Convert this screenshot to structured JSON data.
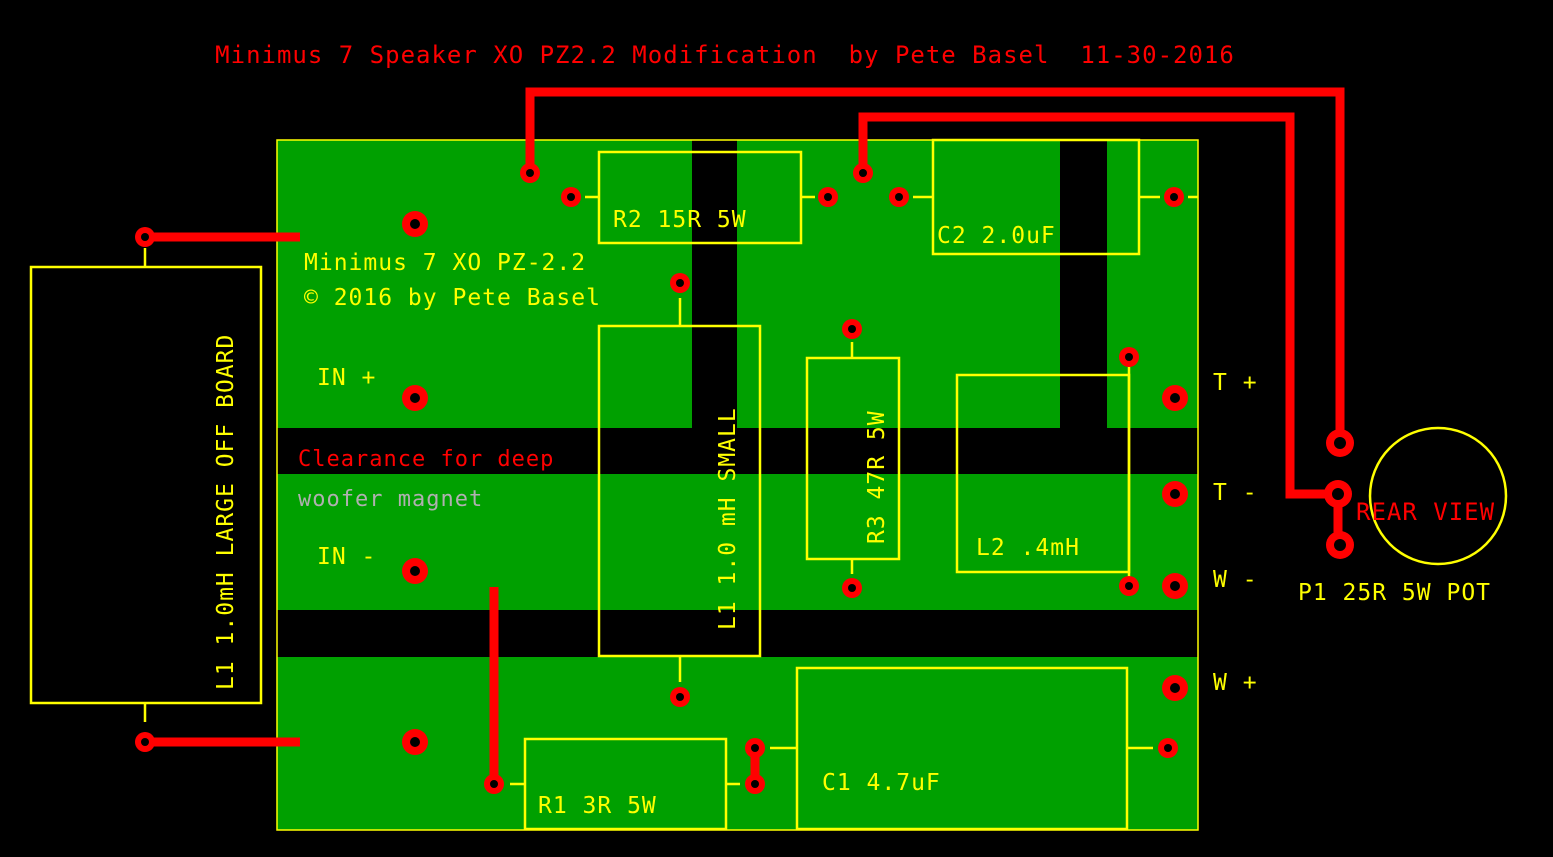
{
  "title": "Minimus 7 Speaker XO PZ2.2 Modification  by Pete Basel  11-30-2016",
  "board_label": {
    "line1": "Minimus 7 XO PZ-2.2",
    "line2": "© 2016 by Pete Basel"
  },
  "clearance_note": {
    "line1": "Clearance for deep",
    "line2": "woofer magnet"
  },
  "inputs": {
    "in_plus": "IN +",
    "in_minus": "IN -"
  },
  "outputs": {
    "t_plus": "T +",
    "t_minus": "T -",
    "w_minus": "W -",
    "w_plus": "W +"
  },
  "components": {
    "r1": "R1 3R 5W",
    "r2": "R2 15R 5W",
    "r3": "R3 47R 5W",
    "c1": "C1 4.7uF",
    "c2": "C2 2.0uF",
    "l1_small": "L1 1.0 mH SMALL",
    "l1_large": "L1 1.0mH LARGE OFF BOARD",
    "l2": "L2 .4mH",
    "p1": "P1 25R 5W POT"
  },
  "rear_view": "REAR VIEW",
  "colors": {
    "background": "#000000",
    "board": "#00a000",
    "silkscreen": "#ffff00",
    "copper": "#ff0000",
    "note_gray": "#b0b0b0"
  }
}
